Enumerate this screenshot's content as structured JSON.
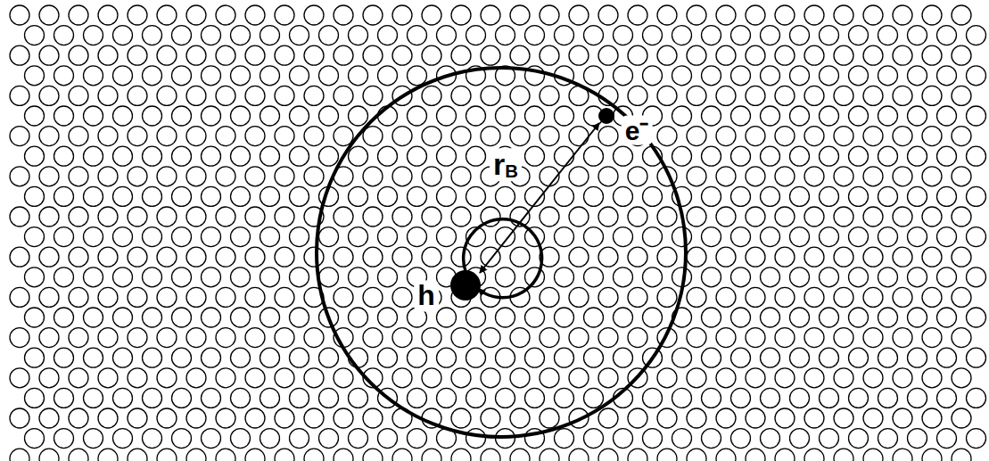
{
  "diagram": {
    "labels": [
      "e⁻",
      "rB",
      "h"
    ]
  }
}
